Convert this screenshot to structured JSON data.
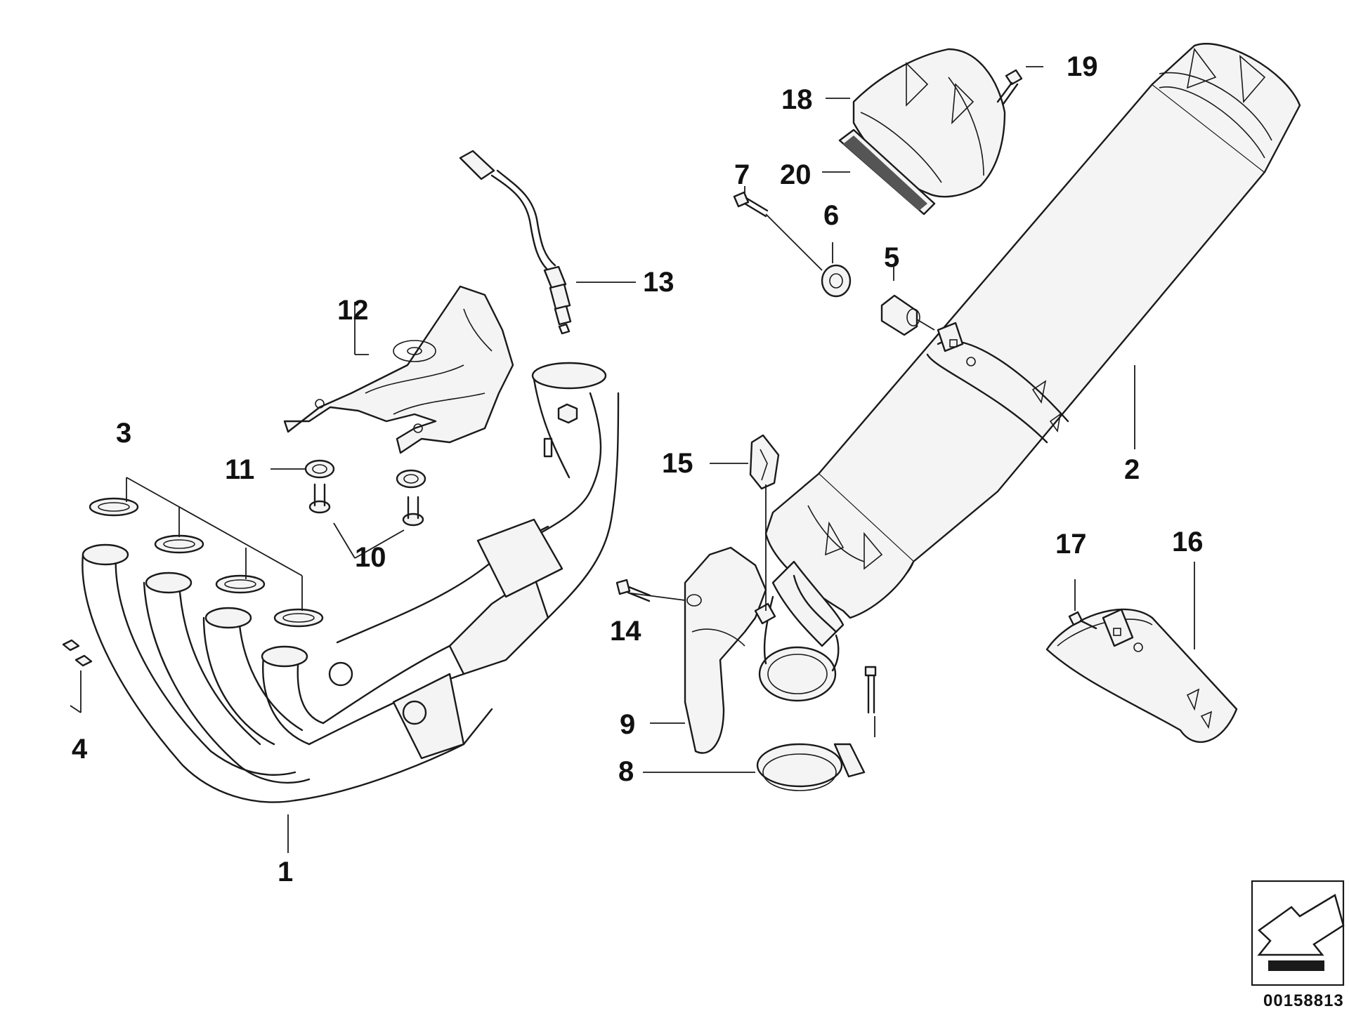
{
  "callouts": {
    "c1": "1",
    "c2": "2",
    "c3": "3",
    "c4": "4",
    "c5": "5",
    "c6": "6",
    "c7": "7",
    "c8": "8",
    "c9": "9",
    "c10": "10",
    "c11": "11",
    "c12": "12",
    "c13": "13",
    "c14": "14",
    "c15": "15",
    "c16": "16",
    "c17": "17",
    "c18": "18",
    "c19": "19",
    "c20": "20"
  },
  "reference_number": "00158813",
  "colors": {
    "line": "#1a1a1a",
    "background": "#ffffff"
  },
  "icons": {
    "orientation_marker": "direction-arrow-icon"
  }
}
